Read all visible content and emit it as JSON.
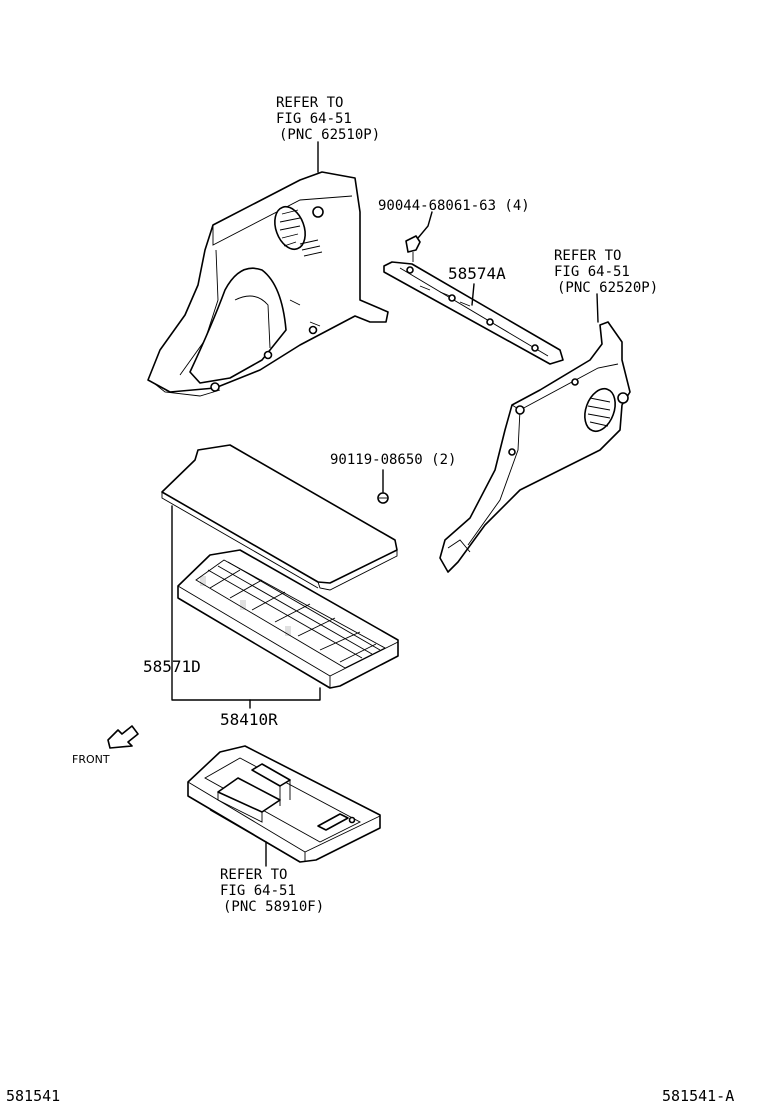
{
  "callouts": {
    "left_panel_ref": [
      "REFER TO",
      "FIG 64-51",
      "(PNC 62510P)"
    ],
    "right_panel_ref": [
      "REFER TO",
      "FIG 64-51",
      "(PNC 62520P)"
    ],
    "box_ref": [
      "REFER TO",
      "FIG 64-51",
      "(PNC 58910F)"
    ]
  },
  "parts": {
    "clip_top": "90044-68061-63 (4)",
    "rail": "58574A",
    "clip_mid": "90119-08650 (2)",
    "mat": "58571D",
    "assembly": "58410R"
  },
  "orientation_label": "FRONT",
  "footer": {
    "left_code": "581541",
    "right_code": "581541-A"
  }
}
